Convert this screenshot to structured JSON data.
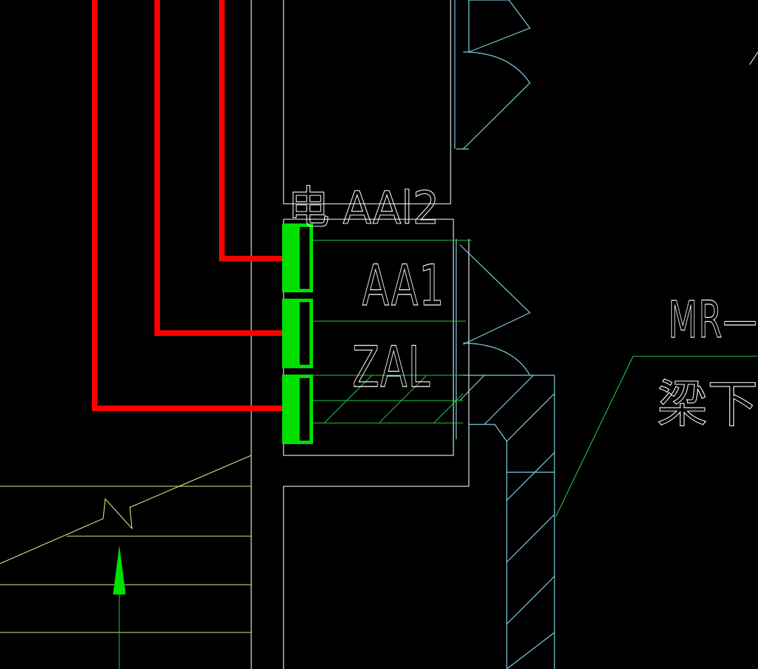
{
  "drawing": {
    "background_color": "#000000",
    "colors": {
      "wire": "#ff0000",
      "terminal": "#00e000",
      "terminal_inner": "#000000",
      "lead_line": "#22cc44",
      "wall": "#d8d8d8",
      "structure": "#7fd8e8",
      "slope": "#e8e88a",
      "label": "#ffffff",
      "marker": "#00e000"
    },
    "labels": {
      "panel_top": "电 AAl2",
      "panel_mid": "AA1",
      "panel_low": "ZAL",
      "note_right_1": "MR—",
      "note_right_2": "梁下"
    }
  }
}
